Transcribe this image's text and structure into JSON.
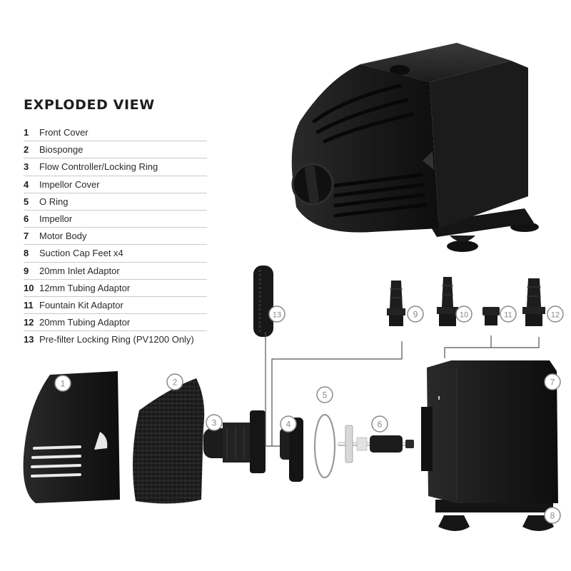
{
  "title": "EXPLODED VIEW",
  "parts": [
    {
      "num": "1",
      "label": "Front Cover"
    },
    {
      "num": "2",
      "label": "Biosponge"
    },
    {
      "num": "3",
      "label": "Flow Controller/Locking Ring"
    },
    {
      "num": "4",
      "label": "Impellor Cover"
    },
    {
      "num": "5",
      "label": "O Ring"
    },
    {
      "num": "6",
      "label": "Impellor"
    },
    {
      "num": "7",
      "label": "Motor Body"
    },
    {
      "num": "8",
      "label": "Suction Cap Feet x4"
    },
    {
      "num": "9",
      "label": "20mm Inlet Adaptor"
    },
    {
      "num": "10",
      "label": "12mm Tubing Adaptor"
    },
    {
      "num": "11",
      "label": "Fountain Kit Adaptor"
    },
    {
      "num": "12",
      "label": "20mm Tubing Adaptor"
    },
    {
      "num": "13",
      "label": "Pre-filter Locking Ring (PV1200 Only)"
    }
  ],
  "callouts": [
    "1",
    "2",
    "3",
    "4",
    "5",
    "6",
    "7",
    "8",
    "9",
    "10",
    "11",
    "12",
    "13"
  ],
  "colors": {
    "part": "#1b1b1b",
    "line": "#555555",
    "badge": "#8a8a8a"
  }
}
